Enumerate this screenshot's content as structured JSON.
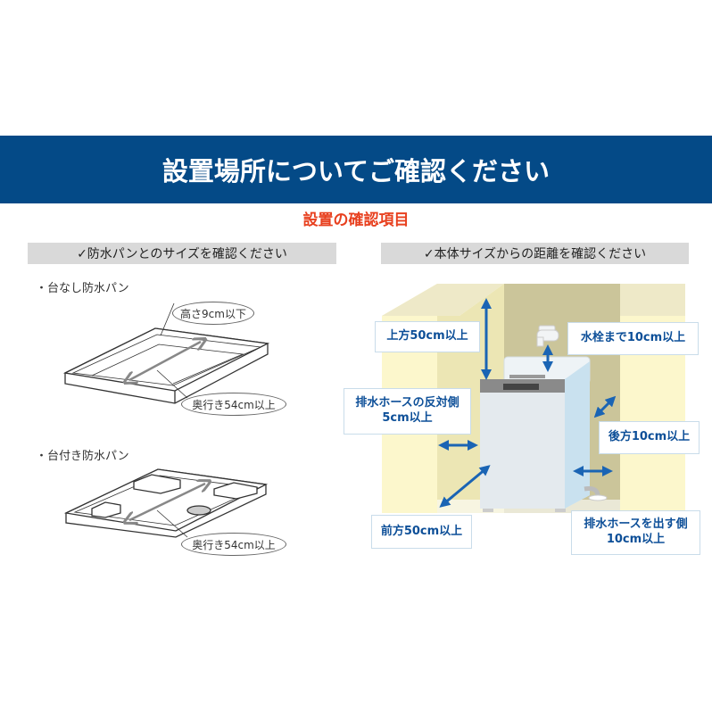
{
  "banner": {
    "title": "設置場所についてご確認ください"
  },
  "subtitle": "設置の確認項目",
  "left_section": {
    "header": "✓防水パンとのサイズを確認ください",
    "pan1": {
      "title": "・台なし防水パン",
      "height_label": "高さ9cm以下",
      "depth_label": "奥行き54cm以上"
    },
    "pan2": {
      "title": "・台付き防水パン",
      "depth_label": "奥行き54cm以上"
    }
  },
  "right_section": {
    "header": "✓本体サイズからの距離を確認ください",
    "labels": {
      "top": "上方50cm以上",
      "faucet": "水栓まで10cm以上",
      "opposite_line1": "排水ホースの反対側",
      "opposite_line2": "5cm以上",
      "rear": "後方10cm以上",
      "front": "前方50cm以上",
      "hose_line1": "排水ホースを出す側",
      "hose_line2": "10cm以上"
    }
  },
  "colors": {
    "banner": "#044a87",
    "subtitle": "#e8401f",
    "label_text": "#0d4f98",
    "arrow": "#1a64b4"
  }
}
